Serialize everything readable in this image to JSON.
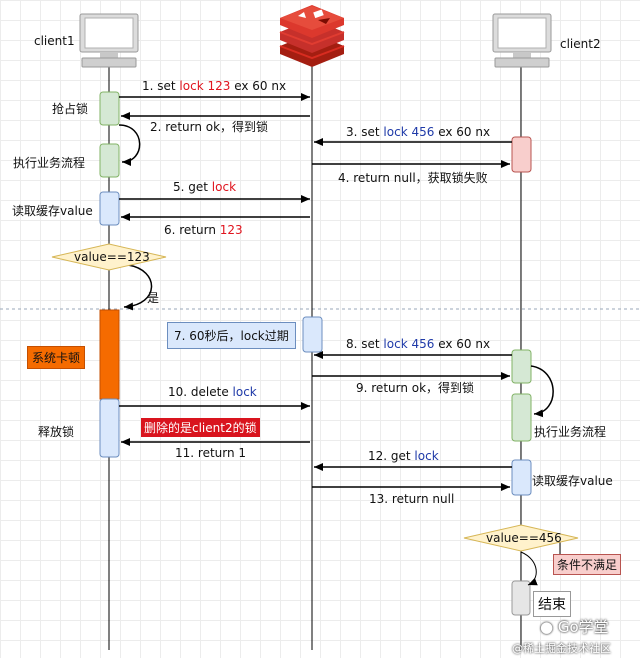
{
  "actors": {
    "client1": "client1",
    "client2": "client2"
  },
  "colors": {
    "red": "#e0141e",
    "blue": "#1f3aa8",
    "green_fill": "#d5e8d4",
    "blue_fill": "#dae8fc",
    "pink_fill": "#f8cecc",
    "orange": "#f56b00",
    "yellow_fill": "#fff2cc"
  },
  "icons": {
    "client": "computer-icon",
    "server": "redis-icon"
  },
  "messages": [
    {
      "id": "m1",
      "parts": [
        {
          "t": "1. set ",
          "c": ""
        },
        {
          "t": "lock 123",
          "c": "red"
        },
        {
          "t": " ex 60 nx",
          "c": ""
        }
      ]
    },
    {
      "id": "m2",
      "parts": [
        {
          "t": "2. return ok，得到锁",
          "c": ""
        }
      ]
    },
    {
      "id": "m3",
      "parts": [
        {
          "t": "3. set ",
          "c": ""
        },
        {
          "t": "lock 456",
          "c": "blue"
        },
        {
          "t": " ex 60 nx",
          "c": ""
        }
      ]
    },
    {
      "id": "m4",
      "parts": [
        {
          "t": "4. return null，获取锁失败",
          "c": ""
        }
      ]
    },
    {
      "id": "m5",
      "parts": [
        {
          "t": "5. get ",
          "c": ""
        },
        {
          "t": "lock",
          "c": "red"
        }
      ]
    },
    {
      "id": "m6",
      "parts": [
        {
          "t": "6. return ",
          "c": ""
        },
        {
          "t": "123",
          "c": "red"
        }
      ]
    },
    {
      "id": "m8",
      "parts": [
        {
          "t": "8. set ",
          "c": ""
        },
        {
          "t": "lock 456",
          "c": "blue"
        },
        {
          "t": " ex 60 nx",
          "c": ""
        }
      ]
    },
    {
      "id": "m9",
      "parts": [
        {
          "t": "9. return ok，得到锁",
          "c": ""
        }
      ]
    },
    {
      "id": "m10",
      "parts": [
        {
          "t": "10. delete ",
          "c": ""
        },
        {
          "t": "lock",
          "c": "blue"
        }
      ]
    },
    {
      "id": "m11",
      "parts": [
        {
          "t": "11. return 1",
          "c": ""
        }
      ]
    },
    {
      "id": "m12",
      "parts": [
        {
          "t": "12. get ",
          "c": ""
        },
        {
          "t": "lock",
          "c": "blue"
        }
      ]
    },
    {
      "id": "m13",
      "parts": [
        {
          "t": "13. return null",
          "c": ""
        }
      ]
    }
  ],
  "labels": {
    "grab_lock": "抢占锁",
    "exec_business_1": "执行业务流程",
    "read_cache_1": "读取缓存value",
    "cond_1": "value==123",
    "yes": "是",
    "system_stuck": "系统卡顿",
    "release_lock": "释放锁",
    "deleted_client2": "删除的是client2的锁",
    "expire": "7. 60秒后，lock过期",
    "exec_business_2": "执行业务流程",
    "read_cache_2": "读取缓存value",
    "cond_2": "value==456",
    "cond_not_met": "条件不满足",
    "end": "结束"
  },
  "watermark": {
    "brand": "Go学堂",
    "site": "@稀土掘金技术社区"
  }
}
